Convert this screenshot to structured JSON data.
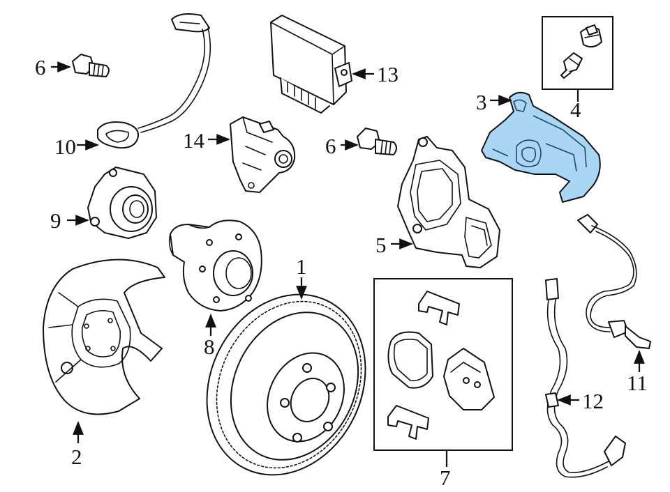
{
  "diagram": {
    "callouts": [
      {
        "id": "c1",
        "label": "1"
      },
      {
        "id": "c2",
        "label": "2"
      },
      {
        "id": "c3",
        "label": "3"
      },
      {
        "id": "c4",
        "label": "4"
      },
      {
        "id": "c5",
        "label": "5"
      },
      {
        "id": "c6a",
        "label": "6"
      },
      {
        "id": "c6b",
        "label": "6"
      },
      {
        "id": "c7",
        "label": "7"
      },
      {
        "id": "c8",
        "label": "8"
      },
      {
        "id": "c9",
        "label": "9"
      },
      {
        "id": "c10",
        "label": "10"
      },
      {
        "id": "c11",
        "label": "11"
      },
      {
        "id": "c12",
        "label": "12"
      },
      {
        "id": "c13",
        "label": "13"
      },
      {
        "id": "c14",
        "label": "14"
      }
    ],
    "highlight_color": "#a9d6f2",
    "highlighted_part": "3"
  }
}
